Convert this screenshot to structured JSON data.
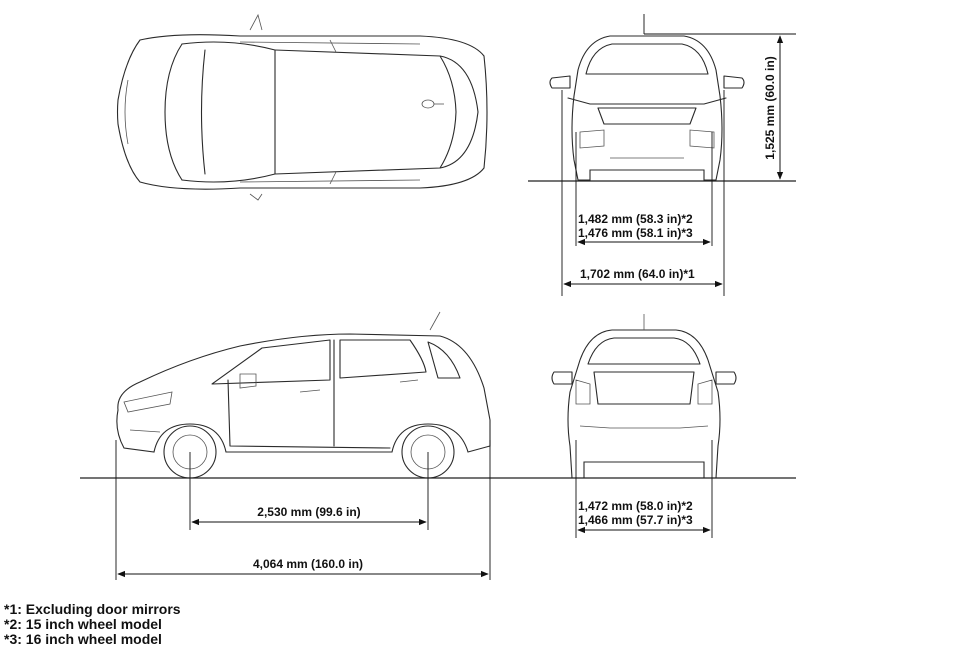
{
  "dimensions": {
    "overall_height": "1,525 mm (60.0 in)",
    "front_track_15": "1,482 mm (58.3 in)*2",
    "front_track_16": "1,476 mm (58.1 in)*3",
    "overall_width": "1,702 mm (64.0 in)*1",
    "wheelbase": "2,530 mm (99.6 in)",
    "overall_length": "4,064 mm (160.0 in)",
    "rear_track_15": "1,472 mm (58.0 in)*2",
    "rear_track_16": "1,466 mm (57.7 in)*3"
  },
  "footnotes": [
    "*1: Excluding door mirrors",
    "*2: 15 inch wheel model",
    "*3: 16 inch wheel model"
  ],
  "views": [
    "top-view",
    "front-view",
    "side-view",
    "rear-view"
  ],
  "icons": [
    "arrow-head"
  ]
}
